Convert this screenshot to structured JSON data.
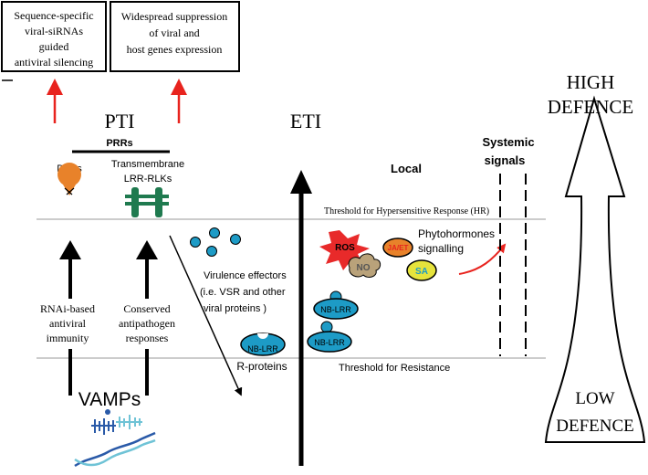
{
  "top_boxes": {
    "left": [
      "Sequence-specific",
      "viral-siRNAs",
      "guided",
      "antiviral silencing"
    ],
    "right": [
      "Widespread suppression",
      "of viral and",
      "host genes expression"
    ]
  },
  "defence": {
    "high": [
      "HIGH",
      "DEFENCE"
    ],
    "low": [
      "LOW",
      "DEFENCE"
    ]
  },
  "pti": {
    "title": "PTI",
    "prrs": "PRRs",
    "dcls": "DCLs",
    "transmembrane": [
      "Transmembrane",
      "LRR-RLKs"
    ],
    "rnai": [
      "RNAi-based",
      "antiviral",
      "immunity"
    ],
    "conserved": [
      "Conserved",
      "antipathogen",
      "responses"
    ],
    "vamps": "VAMPs"
  },
  "eti": {
    "title": "ETI",
    "local": "Local",
    "systemic": [
      "Systemic",
      "signals"
    ],
    "threshold_hr": "Threshold for Hypersensitive Response (HR)",
    "threshold_resistance": "Threshold for Resistance",
    "virulence": [
      "Virulence effectors",
      "(i.e. VSR and other",
      "viral proteins )"
    ],
    "r_proteins": "R-proteins",
    "nb_lrr": "NB-LRR",
    "ros": "ROS",
    "no": "NO",
    "ja_et": "JA/ET",
    "sa": "SA",
    "phyto": [
      "Phytohormones",
      "signalling"
    ]
  },
  "colors": {
    "red_arrow": "#e8231e",
    "teal": "#1d9bc6",
    "green": "#1f7a4f",
    "orange": "#e8822a",
    "ros_red": "#e82a2a",
    "no_tan": "#b9a27a",
    "sa_yellow": "#e6e33c",
    "dna_blue": "#2a5aa8",
    "dna_light": "#6fc3d6"
  }
}
